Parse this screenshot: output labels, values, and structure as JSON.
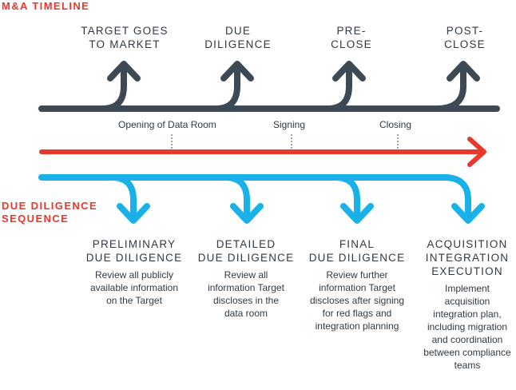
{
  "timeline_title": "M&A TIMELINE",
  "sequence_title": [
    "DUE DILIGENCE",
    "SEQUENCE"
  ],
  "stages": [
    {
      "lines": [
        "TARGET GOES",
        "TO MARKET"
      ]
    },
    {
      "lines": [
        "DUE",
        "DILIGENCE"
      ]
    },
    {
      "lines": [
        "PRE-",
        "CLOSE"
      ]
    },
    {
      "lines": [
        "POST-",
        "CLOSE"
      ]
    }
  ],
  "milestones": [
    "Opening of Data Room",
    "Signing",
    "Closing"
  ],
  "dd_steps": [
    {
      "title": [
        "PRELIMINARY",
        "DUE DILIGENCE"
      ],
      "desc": [
        "Review all publicly",
        "available information",
        "on the Target"
      ]
    },
    {
      "title": [
        "DETAILED",
        "DUE DILIGENCE"
      ],
      "desc": [
        "Review all",
        "information Target",
        "discloses in the",
        "data room"
      ]
    },
    {
      "title": [
        "FINAL",
        "DUE DILIGENCE"
      ],
      "desc": [
        "Review further",
        "information Target",
        "discloses after signing",
        "for red flags and",
        "integration planning"
      ]
    },
    {
      "title": [
        "ACQUISITION",
        "INTEGRATION",
        "EXECUTION"
      ],
      "desc": [
        "Implement",
        "acquisition",
        "integration plan,",
        "including migration",
        "and coordination",
        "between compliance",
        "teams"
      ]
    }
  ],
  "colors": {
    "timeline": "#3d4a55",
    "red_arrow": "#e8392d",
    "sequence": "#1ab0e8",
    "text": "#2f3a44"
  }
}
